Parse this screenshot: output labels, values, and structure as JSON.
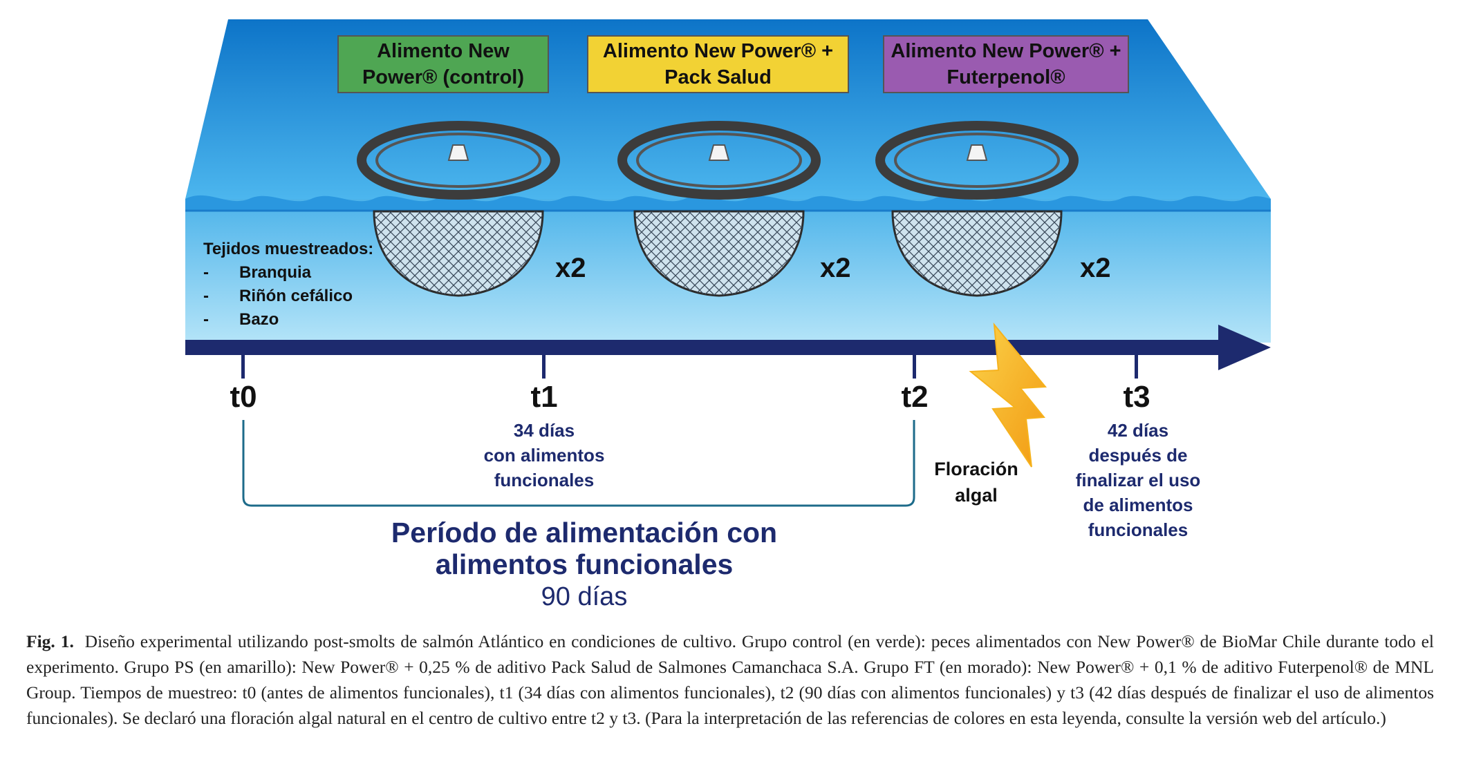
{
  "groups": [
    {
      "label": "Alimento New\nPower® (control)",
      "color": "#4fa653",
      "multiplier": "x2"
    },
    {
      "label": "Alimento New Power® +\nPack Salud",
      "color": "#f2d234",
      "multiplier": "x2"
    },
    {
      "label": "Alimento New Power® +\nFuterpenol®",
      "color": "#9a5bb0",
      "multiplier": "x2"
    }
  ],
  "tissues": {
    "heading": "Tejidos muestreados:",
    "items": [
      "Branquia",
      "Riñón cefálico",
      "Bazo"
    ]
  },
  "timepoints": [
    "t0",
    "t1",
    "t2",
    "t3"
  ],
  "notes": {
    "t1": "34 días\ncon alimentos\nfuncionales",
    "t3": "42 días\ndespués de\nfinalizar el uso\nde alimentos\nfuncionales",
    "bloom": "Floración\nalgal"
  },
  "period": {
    "title": "Período de alimentación con\nalimentos funcionales",
    "days": "90 días"
  },
  "caption": {
    "label": "Fig. 1.",
    "text": "Diseño experimental utilizando post-smolts de salmón Atlántico en condiciones de cultivo. Grupo control (en verde): peces alimentados con New Power® de BioMar Chile durante todo el experimento. Grupo PS (en amarillo): New Power® + 0,25 % de aditivo Pack Salud de Salmones Camanchaca S.A. Grupo FT (en morado): New Power® + 0,1 % de aditivo Futerpenol® de MNL Group. Tiempos de muestreo: t0 (antes de alimentos funcionales), t1 (34 días con alimentos funcionales), t2 (90 días con alimentos funcionales) y t3 (42 días después de finalizar el uso de alimentos funcionales). Se declaró una floración algal natural en el centro de cultivo entre t2 y t3. (Para la interpretación de las referencias de colores en esta leyenda, consulte la versión web del artículo.)"
  },
  "colors": {
    "water_top": "#1f8fd8",
    "water_light": "#8fd3f4",
    "timeline": "#1d2a6e",
    "bolt": "#f6b21d"
  }
}
